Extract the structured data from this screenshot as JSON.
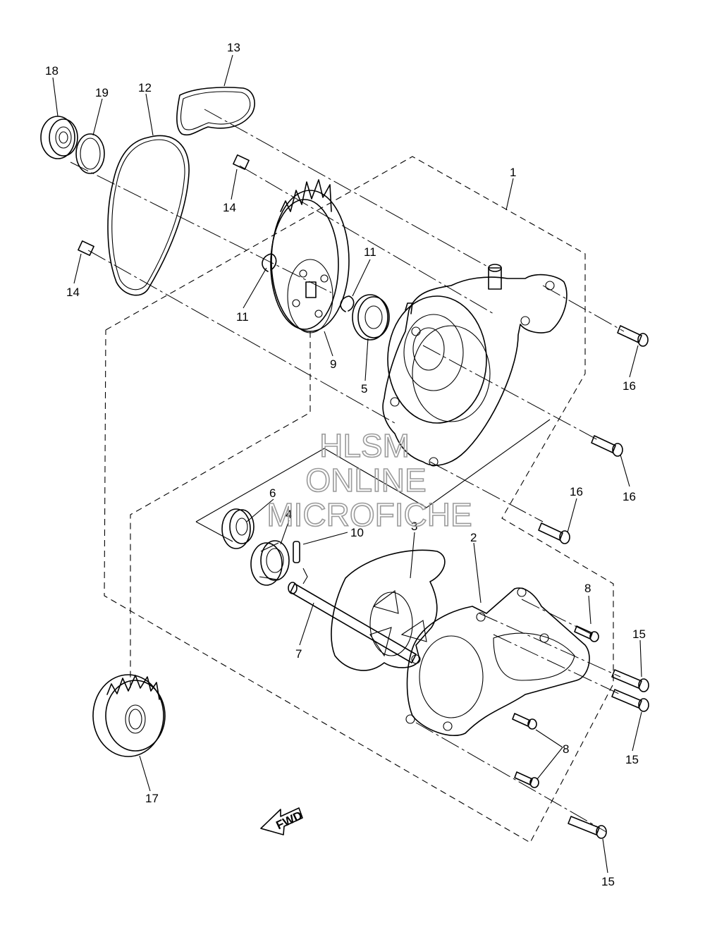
{
  "watermark": {
    "line1": "HLSM",
    "line2": "ONLINE",
    "line3": "MICROFICHE"
  },
  "fwd_label": "FWD",
  "callouts": {
    "p1": "1",
    "p2": "2",
    "p3": "3",
    "p4": "4",
    "p5": "5",
    "p6": "6",
    "p7": "7",
    "p8a": "8",
    "p8b": "8",
    "p9": "9",
    "p10": "10",
    "p11a": "11",
    "p11b": "11",
    "p12": "12",
    "p13": "13",
    "p14a": "14",
    "p14b": "14",
    "p15a": "15",
    "p15b": "15",
    "p15c": "15",
    "p16a": "16",
    "p16b": "16",
    "p16c": "16",
    "p17": "17",
    "p18": "18",
    "p19": "19"
  }
}
